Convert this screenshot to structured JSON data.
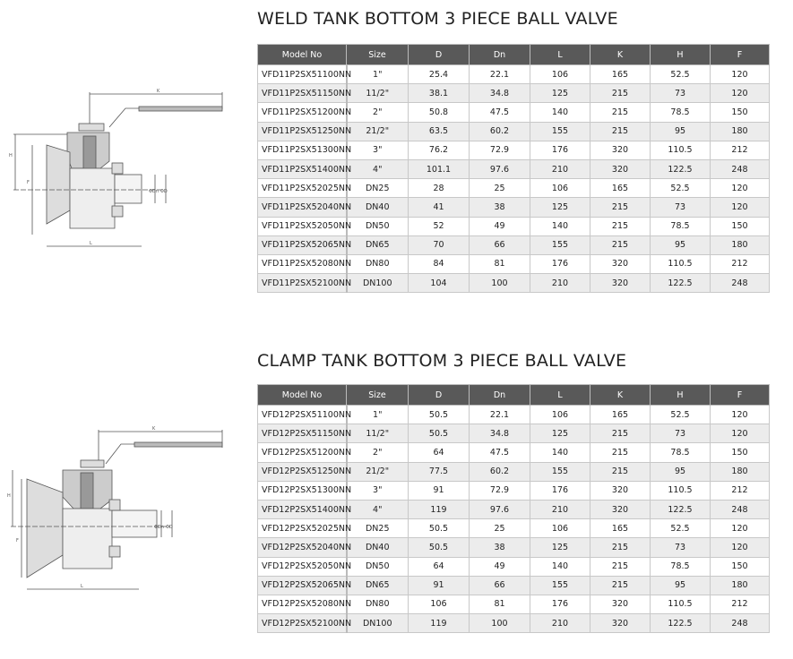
{
  "sections": [
    {
      "title": "WELD TANK BOTTOM 3 PIECE BALL VALVE",
      "headers": [
        "Model No",
        "Size",
        "D",
        "Dn",
        "L",
        "K",
        "H",
        "F"
      ],
      "rows": [
        [
          "VFD11P2SX51100NN",
          "1\"",
          "25.4",
          "22.1",
          "106",
          "165",
          "52.5",
          "120"
        ],
        [
          "VFD11P2SX51150NN",
          "11/2\"",
          "38.1",
          "34.8",
          "125",
          "215",
          "73",
          "120"
        ],
        [
          "VFD11P2SX51200NN",
          "2\"",
          "50.8",
          "47.5",
          "140",
          "215",
          "78.5",
          "150"
        ],
        [
          "VFD11P2SX51250NN",
          "21/2\"",
          "63.5",
          "60.2",
          "155",
          "215",
          "95",
          "180"
        ],
        [
          "VFD11P2SX51300NN",
          "3\"",
          "76.2",
          "72.9",
          "176",
          "320",
          "110.5",
          "212"
        ],
        [
          "VFD11P2SX51400NN",
          "4\"",
          "101.1",
          "97.6",
          "210",
          "320",
          "122.5",
          "248"
        ],
        [
          "VFD11P2SX52025NN",
          "DN25",
          "28",
          "25",
          "106",
          "165",
          "52.5",
          "120"
        ],
        [
          "VFD11P2SX52040NN",
          "DN40",
          "41",
          "38",
          "125",
          "215",
          "73",
          "120"
        ],
        [
          "VFD11P2SX52050NN",
          "DN50",
          "52",
          "49",
          "140",
          "215",
          "78.5",
          "150"
        ],
        [
          "VFD11P2SX52065NN",
          "DN65",
          "70",
          "66",
          "155",
          "215",
          "95",
          "180"
        ],
        [
          "VFD11P2SX52080NN",
          "DN80",
          "84",
          "81",
          "176",
          "320",
          "110.5",
          "212"
        ],
        [
          "VFD11P2SX52100NN",
          "DN100",
          "104",
          "100",
          "210",
          "320",
          "122.5",
          "248"
        ]
      ]
    },
    {
      "title": "CLAMP TANK BOTTOM 3 PIECE BALL VALVE",
      "headers": [
        "Model No",
        "Size",
        "D",
        "Dn",
        "L",
        "K",
        "H",
        "F"
      ],
      "rows": [
        [
          "VFD12P2SX51100NN",
          "1\"",
          "50.5",
          "22.1",
          "106",
          "165",
          "52.5",
          "120"
        ],
        [
          "VFD12P2SX51150NN",
          "11/2\"",
          "50.5",
          "34.8",
          "125",
          "215",
          "73",
          "120"
        ],
        [
          "VFD12P2SX51200NN",
          "2\"",
          "64",
          "47.5",
          "140",
          "215",
          "78.5",
          "150"
        ],
        [
          "VFD12P2SX51250NN",
          "21/2\"",
          "77.5",
          "60.2",
          "155",
          "215",
          "95",
          "180"
        ],
        [
          "VFD12P2SX51300NN",
          "3\"",
          "91",
          "72.9",
          "176",
          "320",
          "110.5",
          "212"
        ],
        [
          "VFD12P2SX51400NN",
          "4\"",
          "119",
          "97.6",
          "210",
          "320",
          "122.5",
          "248"
        ],
        [
          "VFD12P2SX52025NN",
          "DN25",
          "50.5",
          "25",
          "106",
          "165",
          "52.5",
          "120"
        ],
        [
          "VFD12P2SX52040NN",
          "DN40",
          "50.5",
          "38",
          "125",
          "215",
          "73",
          "120"
        ],
        [
          "VFD12P2SX52050NN",
          "DN50",
          "64",
          "49",
          "140",
          "215",
          "78.5",
          "150"
        ],
        [
          "VFD12P2SX52065NN",
          "DN65",
          "91",
          "66",
          "155",
          "215",
          "95",
          "180"
        ],
        [
          "VFD12P2SX52080NN",
          "DN80",
          "106",
          "81",
          "176",
          "320",
          "110.5",
          "212"
        ],
        [
          "VFD12P2SX52100NN",
          "DN100",
          "119",
          "100",
          "210",
          "320",
          "122.5",
          "248"
        ]
      ]
    }
  ],
  "drawing_labels": {
    "k": "K",
    "h": "H",
    "f": "F",
    "l": "L",
    "d": "ΦD",
    "dn": "ΦDn"
  }
}
